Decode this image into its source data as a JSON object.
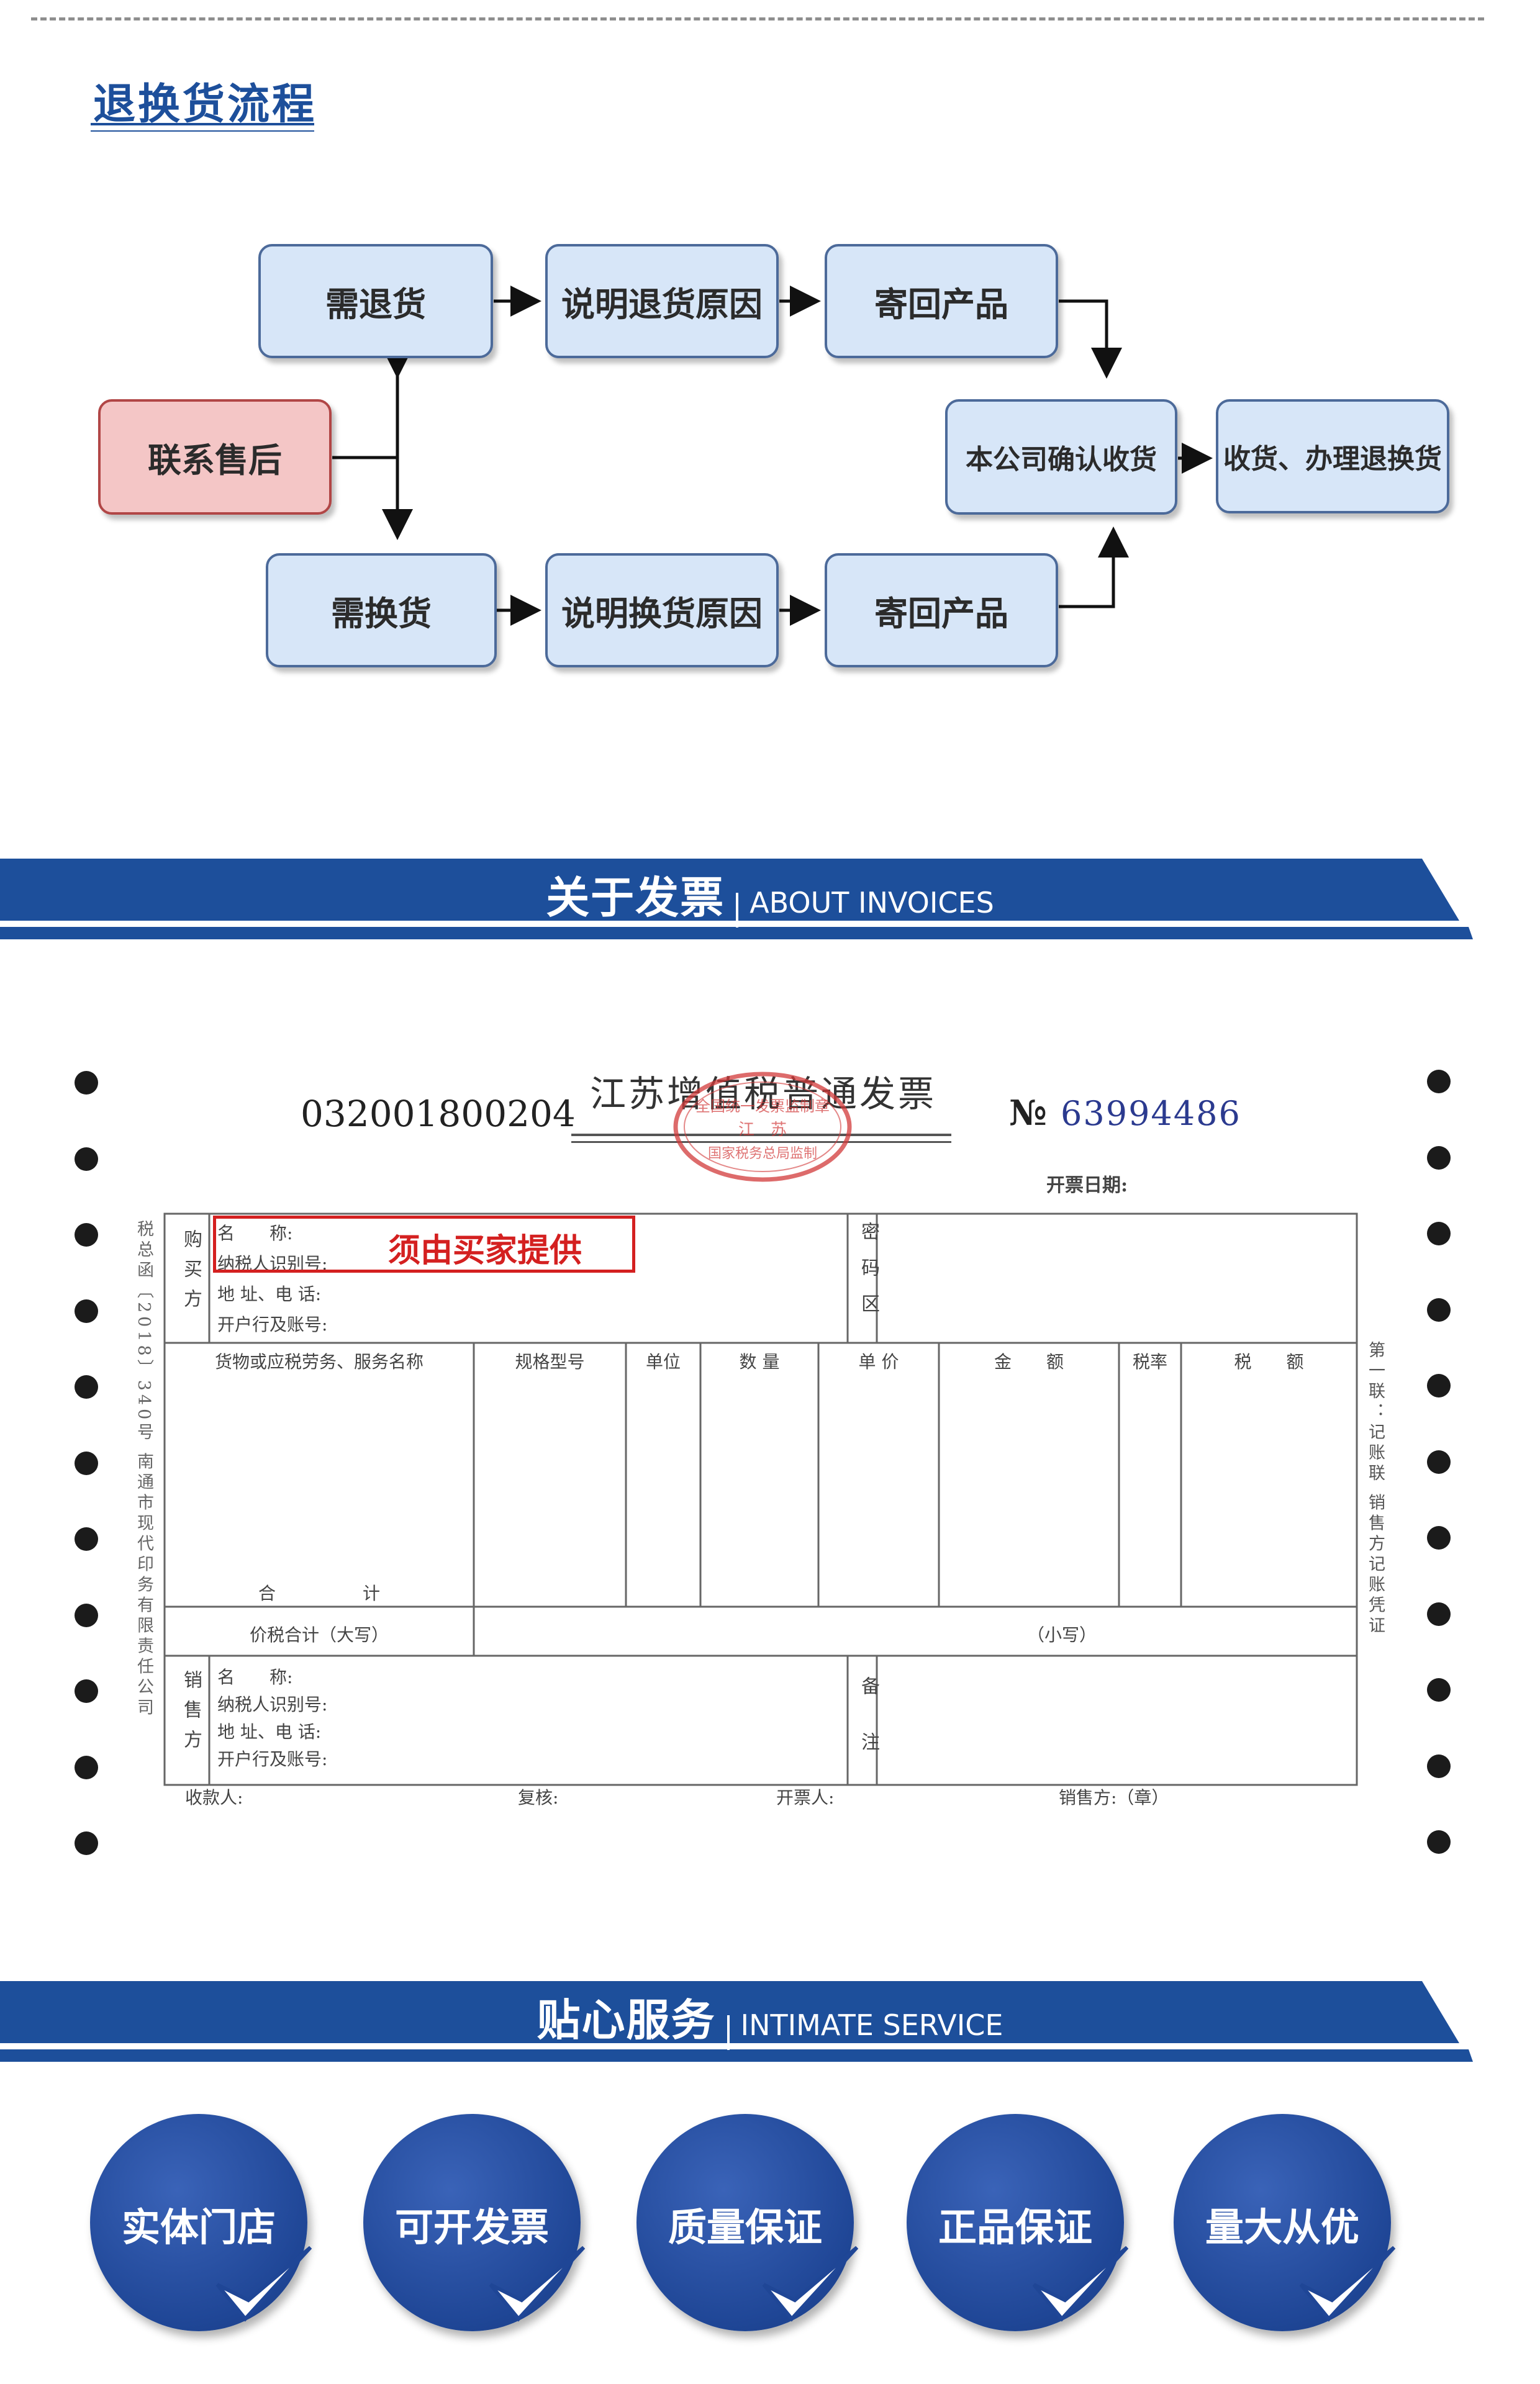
{
  "returns_section": {
    "title": "退换货流程",
    "flow": {
      "contact": "联系售后",
      "need_return": "需退货",
      "return_reason": "说明退货原因",
      "send_back_1": "寄回产品",
      "need_exchange": "需换货",
      "exchange_reason": "说明换货原因",
      "send_back_2": "寄回产品",
      "confirm_receipt": "本公司确认收货",
      "process": "收货、办理退换货"
    }
  },
  "invoice_banner": {
    "cn": "关于发票",
    "en": "ABOUT INVOICES"
  },
  "invoice": {
    "code": "032001800204",
    "title": "江苏增值税普通发票",
    "number_label": "№",
    "number": "63994486",
    "date_label": "开票日期:",
    "buyer_side": "购买方",
    "buyer_fields": [
      "名　　称:",
      "纳税人识别号:",
      "地 址、电 话:",
      "开户行及账号:"
    ],
    "callout": "须由买家提供",
    "cipher_area": "密码区",
    "columns": [
      "货物或应税劳务、服务名称",
      "规格型号",
      "单位",
      "数 量",
      "单 价",
      "金　　额",
      "税率",
      "税　　额"
    ],
    "total_label": "合　　　　　计",
    "tax_total_label": "价税合计（大写）",
    "small_label": "（小写）",
    "seller_side": "销售方",
    "seller_fields": [
      "名　　称:",
      "纳税人识别号:",
      "地 址、电 话:",
      "开户行及账号:"
    ],
    "remarks": "备注",
    "footer": [
      "收款人:",
      "复核:",
      "开票人:",
      "销售方:（章）"
    ],
    "left_vertical": "税总函〔2018〕340号 南通市现代印务有限责任公司",
    "right_vertical": "第一联：记账联 销售方记账凭证"
  },
  "service_banner": {
    "cn": "贴心服务",
    "en": "INTIMATE SERVICE"
  },
  "services": [
    "实体门店",
    "可开发票",
    "质量保证",
    "正品保证",
    "量大从优"
  ],
  "colors": {
    "brand_blue": "#1d4f9b",
    "flow_box": "#d7e6f8",
    "contact_box": "#f4c6c6",
    "callout_red": "#d42020"
  }
}
